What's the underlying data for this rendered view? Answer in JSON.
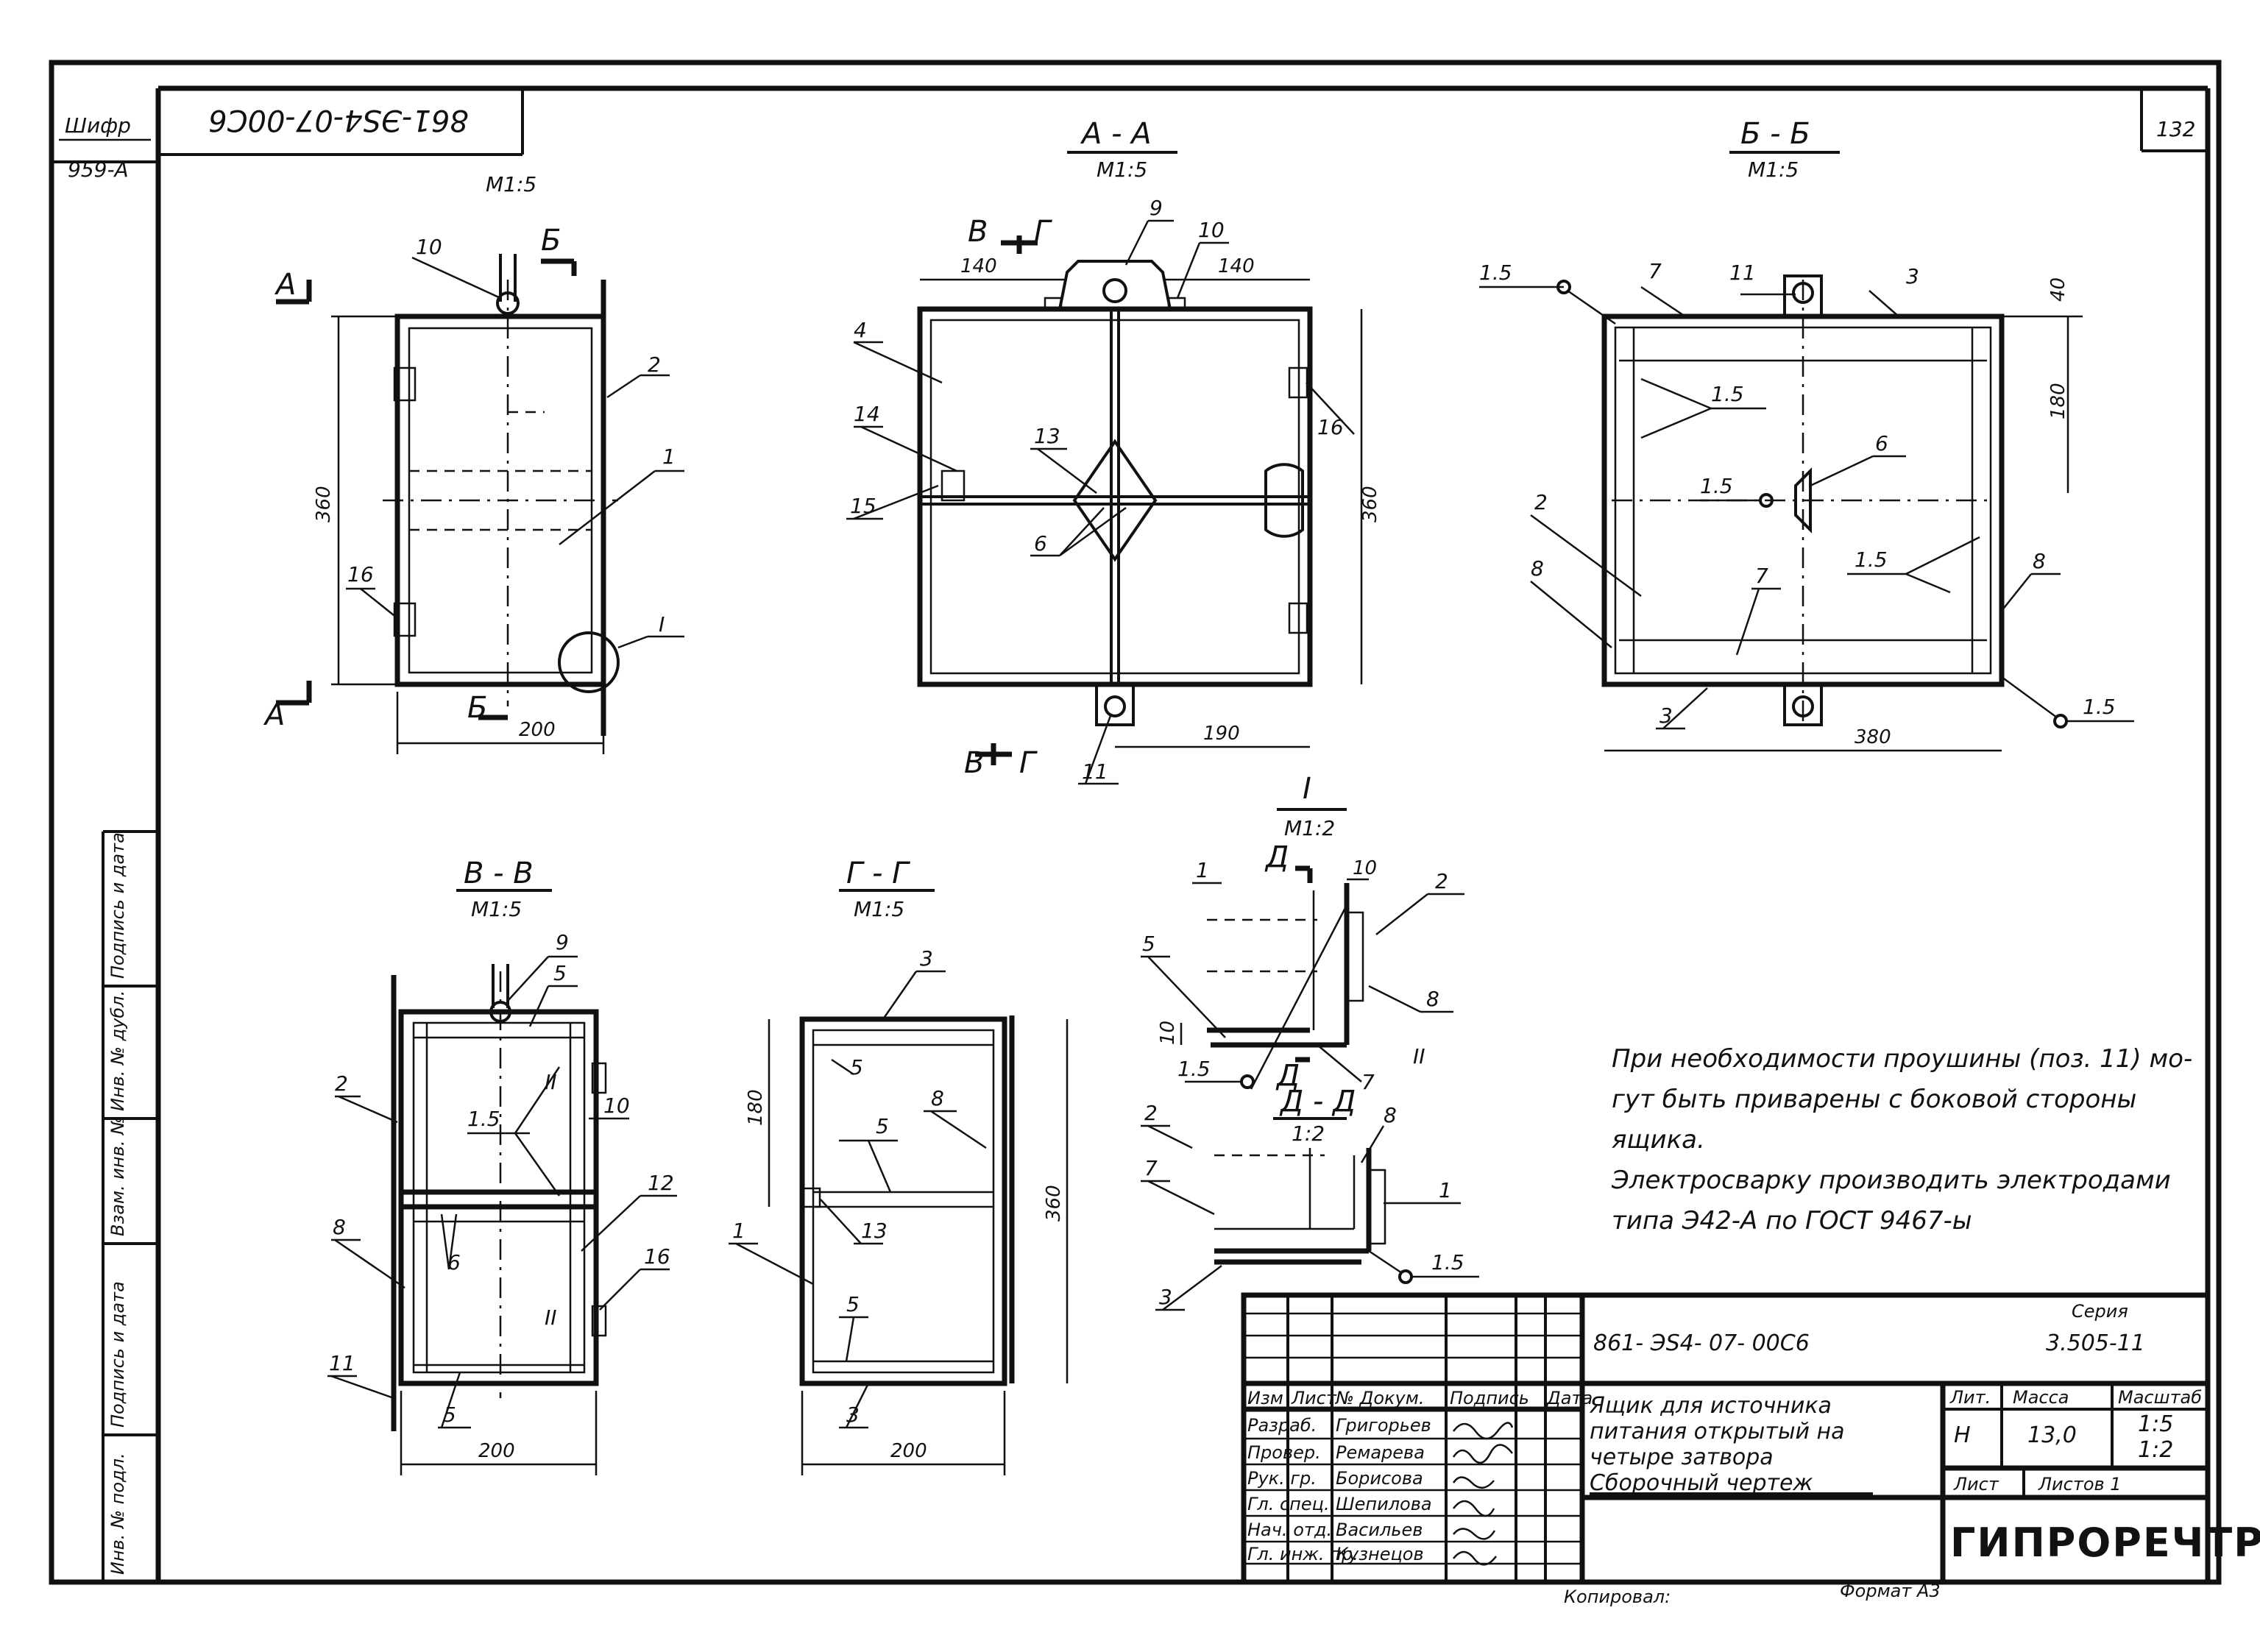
{
  "sheet": {
    "cipher_label": "Шифр",
    "cipher_value": "959-А",
    "doc_code_rotated": "861-ЭS4-07-00C6",
    "sheet_number": "132",
    "scale_main": "М1:5"
  },
  "views": {
    "aa": {
      "title": "А - А",
      "scale": "М1:5"
    },
    "bb": {
      "title": "Б - Б",
      "scale": "М1:5"
    },
    "vv": {
      "title": "В - В",
      "scale": "М1:5"
    },
    "gg": {
      "title": "Г - Г",
      "scale": "М1:5"
    },
    "detail": {
      "title": "I",
      "scale": "М1:2"
    },
    "dd": {
      "title": "Д - Д",
      "scale": "1:2"
    }
  },
  "labels": {
    "A": "А",
    "B": "Б",
    "V": "В",
    "G": "Г",
    "D": "Д",
    "I": "I",
    "II": "II"
  },
  "dims": {
    "d360": "360",
    "d200": "200",
    "d140": "140",
    "d190": "190",
    "d380": "380",
    "d180": "180",
    "d40": "40",
    "d10": "10",
    "w15": "1.5"
  },
  "positions": {
    "p1": "1",
    "p2": "2",
    "p3": "3",
    "p4": "4",
    "p5": "5",
    "p6": "6",
    "p7": "7",
    "p8": "8",
    "p9": "9",
    "p10": "10",
    "p11": "11",
    "p12": "12",
    "p13": "13",
    "p14": "14",
    "p15": "15",
    "p16": "16"
  },
  "notes": {
    "line1": "При необходимости проушины (поз. 11) мо-",
    "line2": "гут быть приварены с боковой стороны",
    "line3": "ящика.",
    "line4": "Электросварку производить электродами",
    "line5": "типа Э42-А по ГОСТ 9467-ы"
  },
  "left_strip": {
    "f1": "Подпись и дата",
    "f2": "Инв. № дубл.",
    "f3": "Взам. инв. №",
    "f4": "Подпись и дата",
    "f5": "Инв. № подл."
  },
  "title_block": {
    "doc_code": "861- ЭS4- 07- 00С6",
    "series_label": "Серия",
    "series_value": "3.505-11",
    "title_l1": "Ящик для источника",
    "title_l2": "питания открытый на",
    "title_l3": "четыре затвора",
    "title_l4": "Сборочный чертеж",
    "col_izm": "Изм",
    "col_list": "Лист",
    "col_ndok": "№ Докум.",
    "col_podp": "Подпись",
    "col_data": "Дата",
    "r1_role": "Разраб.",
    "r1_name": "Григорьев",
    "r2_role": "Провер.",
    "r2_name": "Ремарева",
    "r3_role": "Рук. гр.",
    "r3_name": "Борисова",
    "r4_role": "Гл. спец.",
    "r4_name": "Шепилова",
    "r5_role": "Нач. отд.",
    "r5_name": "Васильев",
    "r6_role": "Гл. инж. пр.",
    "r6_name": "Кузнецов",
    "lit_label": "Лит.",
    "lit_value": "Н",
    "mass_label": "Масса",
    "mass_value": "13,0",
    "scale_label": "Масштаб",
    "scale_v1": "1:5",
    "scale_v2": "1:2",
    "list_label": "Лист",
    "lists_label": "Листов 1",
    "org": "ГИПРОРЕЧТРАНС",
    "copied": "Копировал:",
    "format": "Формат А3"
  }
}
